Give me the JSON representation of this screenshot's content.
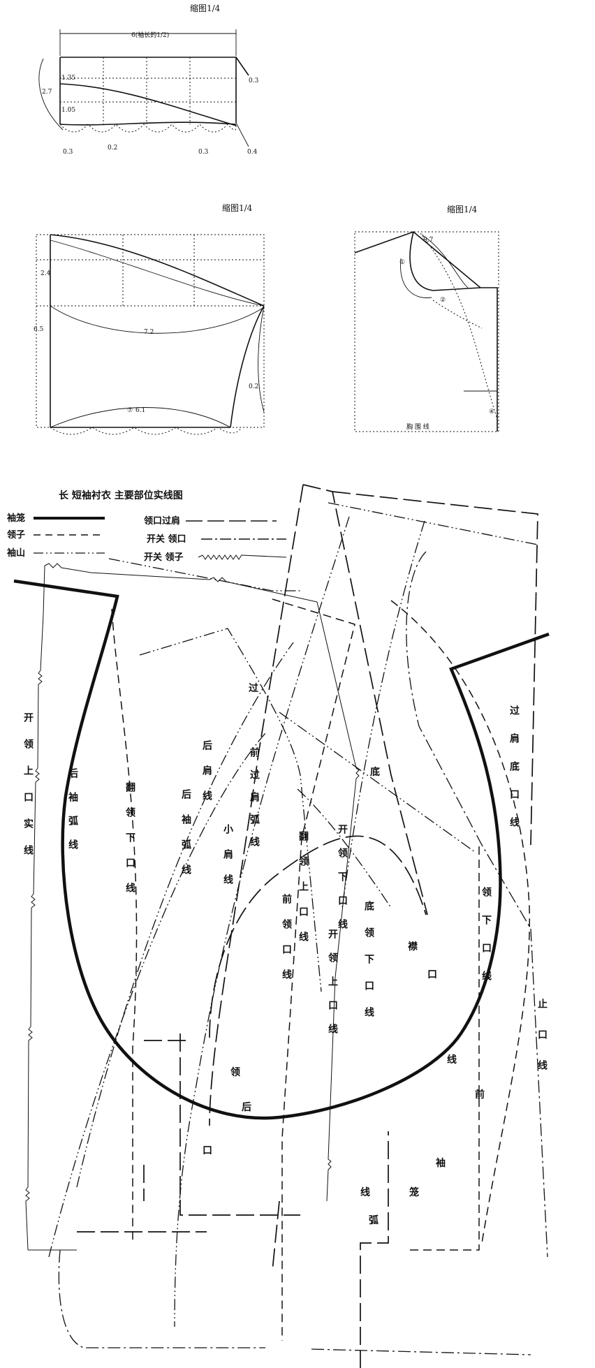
{
  "fig1": {
    "caption": "缩图1/4",
    "top_dim": "6(袖长的1/2)",
    "labels": [
      "1.35",
      "2.7",
      "1.05",
      "0.3",
      "0.2",
      "0.3",
      "0.4",
      "0.3"
    ]
  },
  "fig2": {
    "caption": "缩图1/4",
    "labels": [
      "2.4",
      "6.5",
      "7.2",
      "0.2",
      "6.1"
    ],
    "marker": "⑦"
  },
  "fig3": {
    "caption": "缩图1/4",
    "labels": [
      "0.7"
    ],
    "markers": [
      "①",
      "②",
      "④"
    ],
    "bottom_text": "胸 围 线"
  },
  "main": {
    "title": "长 短袖衬衣 主要部位实线图",
    "legend": [
      {
        "label": "袖笼"
      },
      {
        "label": "领子"
      },
      {
        "label": "袖山"
      },
      {
        "label": "领口过肩"
      },
      {
        "label": "开关 领口"
      },
      {
        "label": "开关 领子"
      }
    ],
    "vertical_labels": [
      "开领上口实线",
      "后袖弧线",
      "翻领下口线",
      "后袖弧线",
      "后肩线",
      "小肩线",
      "前过肩弧线",
      "翻领上口线",
      "前领口线",
      "开领下口线",
      "开领上口线",
      "底领下口线",
      "过肩底口线",
      "领下口线",
      "止口线"
    ],
    "misc_labels": [
      "过",
      "后",
      "领",
      "口",
      "前",
      "袖",
      "笼",
      "弧",
      "线",
      "底",
      "襟",
      "口",
      "线"
    ]
  }
}
